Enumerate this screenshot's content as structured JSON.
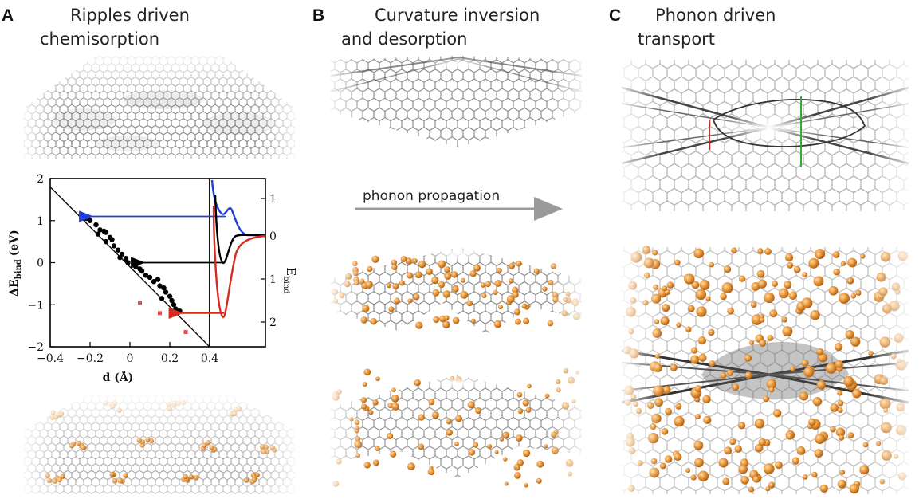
{
  "panels": [
    {
      "letter": "A",
      "title_lines": [
        "Ripples driven",
        "chemisorption"
      ]
    },
    {
      "letter": "B",
      "title_lines": [
        "Curvature inversion",
        "and desorption"
      ]
    },
    {
      "letter": "C",
      "title_lines": [
        "Phonon driven",
        "transport"
      ]
    }
  ],
  "propagation_label": "phonon propagation",
  "colors": {
    "adatom": "#e8973a",
    "lattice": "#7a7a7a",
    "blue_curve": "#1f3fd6",
    "red_curve": "#d62a1f",
    "black_curve": "#000000",
    "green_marker": "#3aa83a",
    "red_marker": "#b33a2f",
    "arrow_gray": "#9a9a9a"
  },
  "chart_data": {
    "type": "scatter",
    "xlabel": "d (Å)",
    "ylabel": "ΔE_bind (eV)",
    "ylabel_main": "ΔE",
    "ylabel_sub": "bind",
    "ylabel_unit": "(eV)",
    "xlim": [
      -0.4,
      0.4
    ],
    "ylim": [
      -2,
      2
    ],
    "xticks": [
      "-0.4",
      "-0.2",
      "0",
      "0.2",
      "0.4"
    ],
    "yticks": [
      "-2",
      "-1",
      "0",
      "1",
      "2"
    ],
    "right_axis_label": "E",
    "right_axis_label_sub": "bind",
    "right_ticks": [
      "1",
      "0",
      "1",
      "2"
    ],
    "fit_line": {
      "x": [
        -0.4,
        0.4
      ],
      "y": [
        1.8,
        -2.0
      ]
    },
    "series": [
      {
        "color": "#000000",
        "points": [
          [
            -0.23,
            1.1
          ],
          [
            -0.22,
            1.05
          ],
          [
            -0.2,
            1.0
          ],
          [
            -0.17,
            0.9
          ],
          [
            -0.15,
            0.78
          ],
          [
            -0.13,
            0.75
          ],
          [
            -0.12,
            0.72
          ],
          [
            -0.16,
            0.68
          ],
          [
            -0.1,
            0.6
          ],
          [
            -0.09,
            0.55
          ],
          [
            -0.12,
            0.5
          ],
          [
            -0.08,
            0.4
          ],
          [
            -0.06,
            0.3
          ],
          [
            -0.04,
            0.2
          ],
          [
            -0.02,
            0.1
          ],
          [
            -0.05,
            0.12
          ],
          [
            -0.01,
            0.0
          ],
          [
            0.02,
            -0.05
          ],
          [
            0.03,
            -0.1
          ],
          [
            0.05,
            -0.15
          ],
          [
            0.06,
            -0.2
          ],
          [
            0.08,
            -0.3
          ],
          [
            0.1,
            -0.35
          ],
          [
            0.12,
            -0.45
          ],
          [
            0.14,
            -0.4
          ],
          [
            0.15,
            -0.55
          ],
          [
            0.17,
            -0.6
          ],
          [
            0.18,
            -0.7
          ],
          [
            0.2,
            -0.8
          ],
          [
            0.21,
            -0.9
          ],
          [
            0.22,
            -1.0
          ],
          [
            0.23,
            -1.1
          ],
          [
            0.25,
            -1.15
          ],
          [
            0.16,
            -0.85
          ]
        ]
      },
      {
        "color": "#e05050",
        "points": [
          [
            0.05,
            -0.95
          ],
          [
            0.15,
            -1.2
          ],
          [
            0.28,
            -1.65
          ]
        ]
      }
    ],
    "arrows": [
      {
        "color": "#1f3fd6",
        "y": 1.1,
        "x_end": -0.23
      },
      {
        "color": "#000000",
        "y": 0.0,
        "x_end": 0.03
      },
      {
        "color": "#d62a1f",
        "y": -1.2,
        "x_end": 0.22
      }
    ]
  }
}
